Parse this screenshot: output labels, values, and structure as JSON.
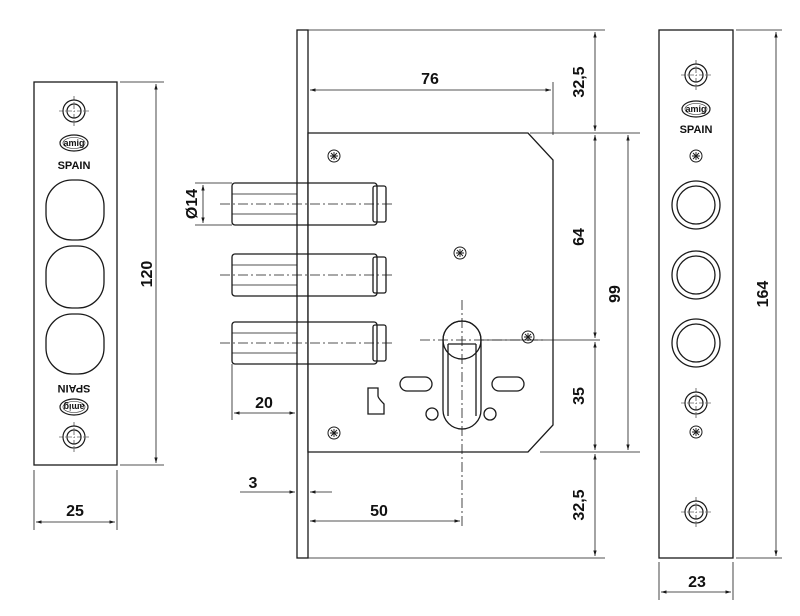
{
  "brand": {
    "logo_text": "amig",
    "country": "SPAIN"
  },
  "dimensions": {
    "left_plate_width": "25",
    "left_plate_height": "120",
    "lock_backset_top": "76",
    "bolt_diameter": "Ø14",
    "bolt_throw": "20",
    "faceplate_thickness": "3",
    "backset": "50",
    "top_offset": "32,5",
    "upper_section": "64",
    "total_case_height": "99",
    "lower_section": "35",
    "bottom_offset": "32,5",
    "right_plate_height": "164",
    "right_plate_width": "23"
  }
}
